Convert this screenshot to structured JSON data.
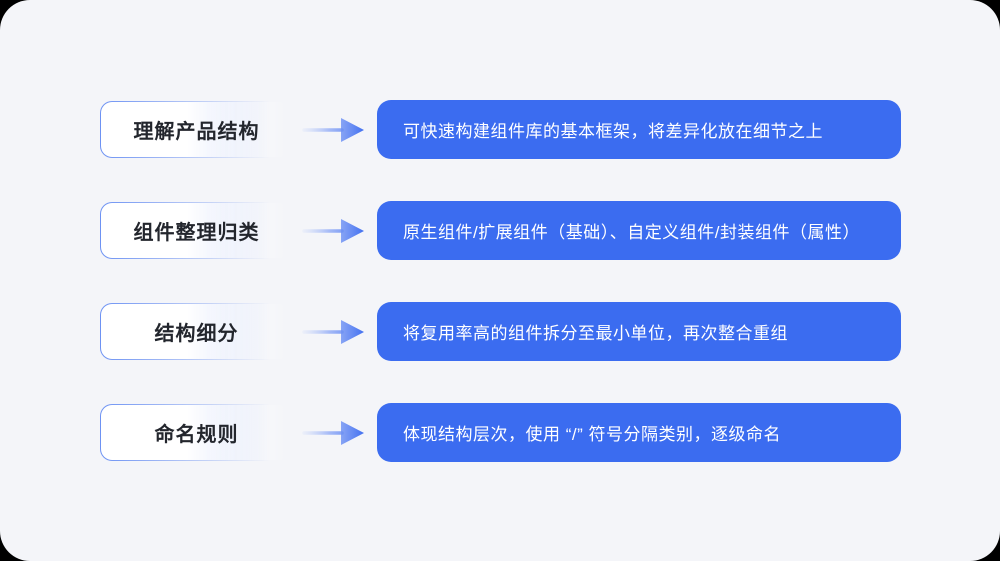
{
  "colors": {
    "outer_bg": "#000000",
    "card_bg": "#f4f5f9",
    "accent_blue": "#3b6cf0",
    "step_border_blue": "#6d92f3",
    "step_text": "#23262d",
    "desc_text": "#ffffff"
  },
  "rows": [
    {
      "step": "理解产品结构",
      "description": "可快速构建组件库的基本框架，将差异化放在细节之上"
    },
    {
      "step": "组件整理归类",
      "description": "原生组件/扩展组件（基础）、自定义组件/封装组件（属性）"
    },
    {
      "step": "结构细分",
      "description": "将复用率高的组件拆分至最小单位，再次整合重组"
    },
    {
      "step": "命名规则",
      "description": "体现结构层次，使用 “/” 符号分隔类别，逐级命名"
    }
  ],
  "icons": {
    "arrow": "right-arrow"
  }
}
